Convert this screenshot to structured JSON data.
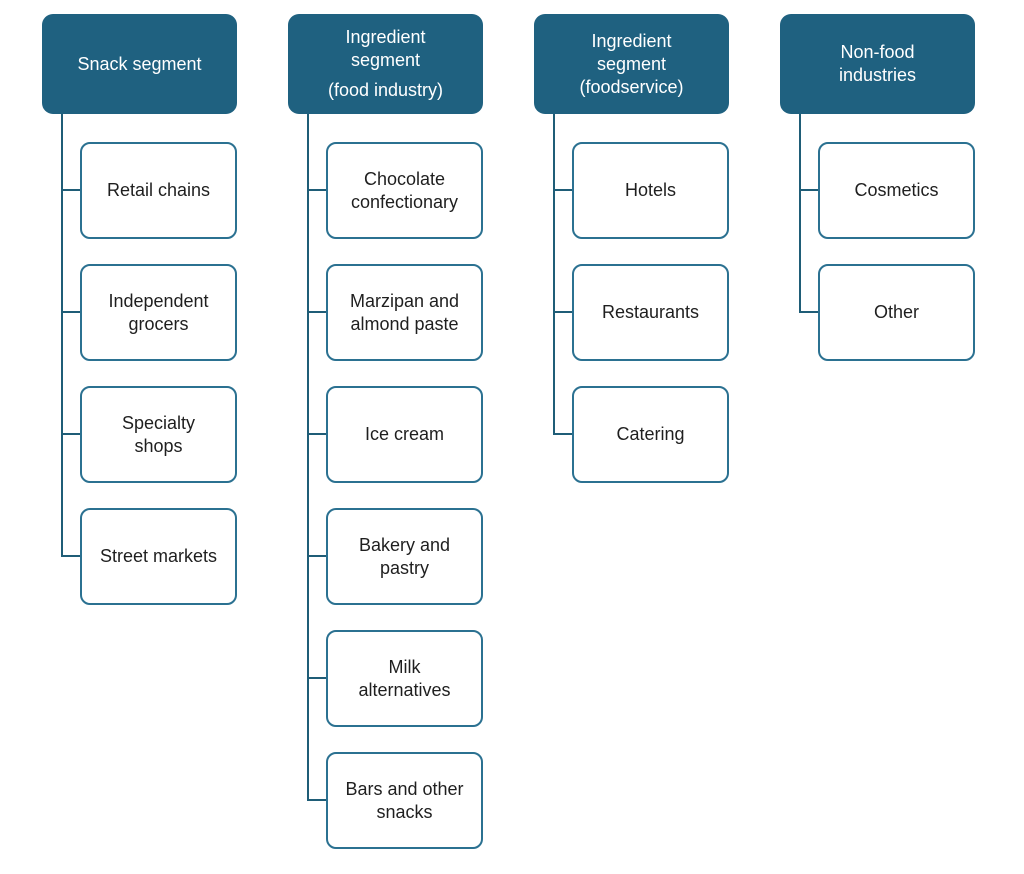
{
  "diagram": {
    "type": "hierarchy-list",
    "columns": [
      {
        "id": "snack-segment",
        "header": {
          "paragraphs": [
            "Snack segment"
          ]
        },
        "children": [
          {
            "lines": [
              "Retail chains"
            ]
          },
          {
            "lines": [
              "Independent",
              "grocers"
            ]
          },
          {
            "lines": [
              "Specialty",
              "shops"
            ]
          },
          {
            "lines": [
              "Street markets"
            ]
          }
        ]
      },
      {
        "id": "ingredient-segment-food-industry",
        "header": {
          "paragraphs": [
            "Ingredient segment",
            "(food industry)"
          ]
        },
        "children": [
          {
            "lines": [
              "Chocolate",
              "confectionary"
            ]
          },
          {
            "lines": [
              "Marzipan and",
              "almond paste"
            ]
          },
          {
            "lines": [
              "Ice cream"
            ]
          },
          {
            "lines": [
              "Bakery and",
              "pastry"
            ]
          },
          {
            "lines": [
              "Milk",
              "alternatives"
            ]
          },
          {
            "lines": [
              "Bars and other",
              "snacks"
            ]
          }
        ]
      },
      {
        "id": "ingredient-segment-foodservice",
        "header": {
          "paragraphs": [
            "Ingredient segment (foodservice)"
          ]
        },
        "children": [
          {
            "lines": [
              "Hotels"
            ]
          },
          {
            "lines": [
              "Restaurants"
            ]
          },
          {
            "lines": [
              "Catering"
            ]
          }
        ]
      },
      {
        "id": "non-food-industries",
        "header": {
          "paragraphs": [
            "Non-food industries"
          ]
        },
        "children": [
          {
            "lines": [
              "Cosmetics"
            ]
          },
          {
            "lines": [
              "Other"
            ]
          }
        ]
      }
    ],
    "colors": {
      "header_fill": "#1F6180",
      "header_text": "#FFFFFF",
      "box_border": "#2B7191",
      "box_fill": "#FFFFFF",
      "box_text": "#1F1F1F",
      "connector": "#1F5D77",
      "background": "#FFFFFF"
    }
  }
}
